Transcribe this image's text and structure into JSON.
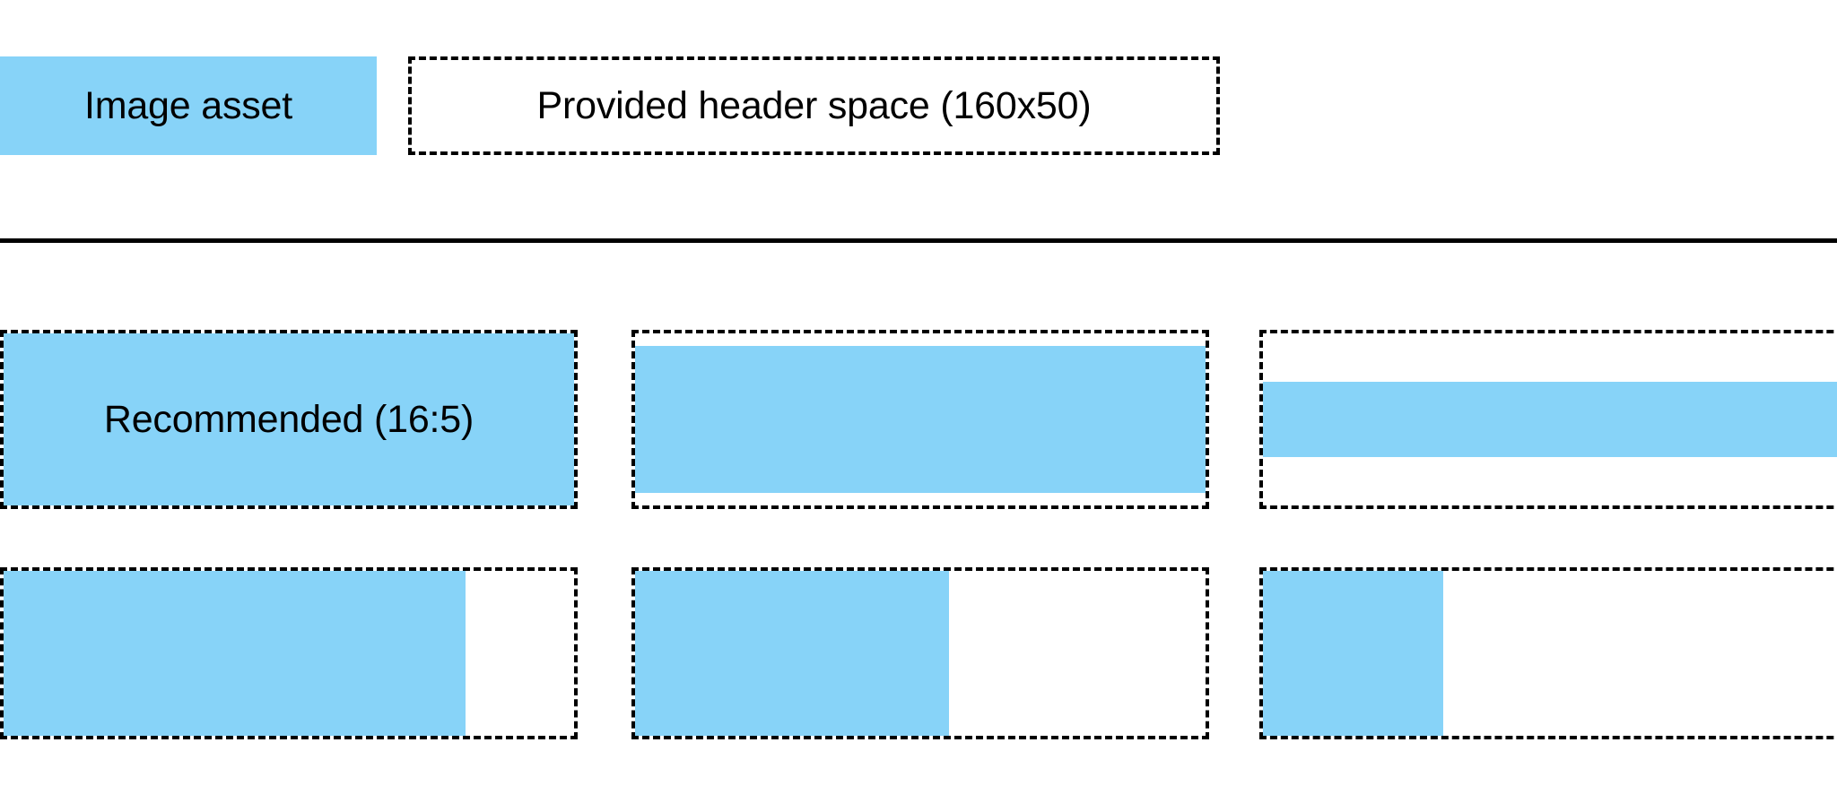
{
  "page": {
    "background_color": "#ffffff",
    "accent_color": "#87d3f8",
    "outline_color": "#000000"
  },
  "header": {
    "asset_swatch": {
      "label": "Image asset",
      "color": "#87d3f8"
    },
    "header_space": {
      "label": "Provided header space (160x50)",
      "border_style": "dashed"
    }
  },
  "divider": {
    "style": "solid",
    "color": "#000000"
  },
  "grid": {
    "rows": [
      {
        "name": "row-1",
        "cells": [
          {
            "name": "recommended-ratio-cell",
            "label": "Recommended (16:5)",
            "fill_mode": "full",
            "fill_width_pct": 100,
            "fill_height_pct": 100
          },
          {
            "name": "ratio-cell-taller-asset",
            "label": "",
            "fill_mode": "vertical-inset",
            "fill_width_pct": 100,
            "fill_height_pct": 85
          },
          {
            "name": "ratio-cell-wide-band",
            "label": "",
            "fill_mode": "vertical-inset",
            "fill_width_pct": 100,
            "fill_height_pct": 44
          }
        ]
      },
      {
        "name": "row-2",
        "cells": [
          {
            "name": "ratio-cell-narrow-81",
            "label": "",
            "fill_mode": "horizontal-inset",
            "fill_width_pct": 81,
            "fill_height_pct": 100
          },
          {
            "name": "ratio-cell-narrow-55",
            "label": "",
            "fill_mode": "horizontal-inset",
            "fill_width_pct": 55,
            "fill_height_pct": 100
          },
          {
            "name": "ratio-cell-narrow-29",
            "label": "",
            "fill_mode": "horizontal-inset",
            "fill_width_pct": 29,
            "fill_height_pct": 100
          }
        ]
      }
    ]
  }
}
